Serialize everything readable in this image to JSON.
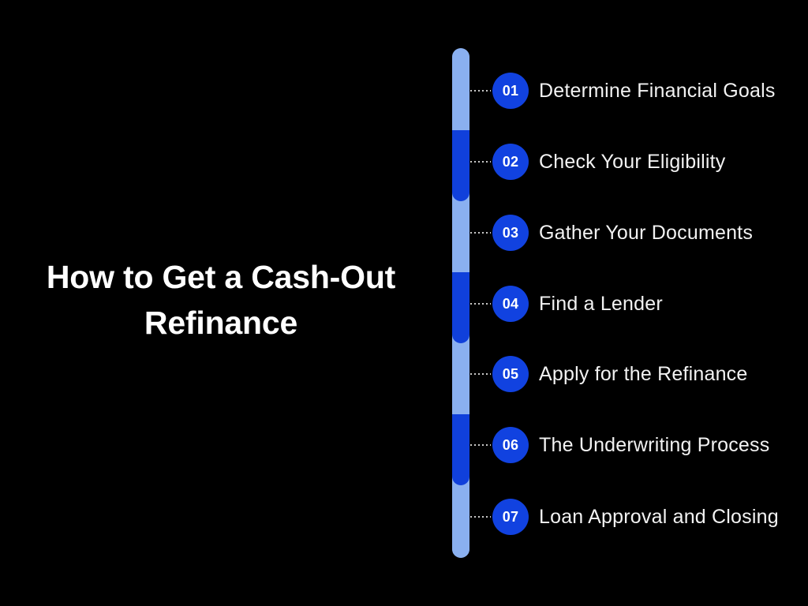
{
  "slide": {
    "background_color": "#000000",
    "title": "How to Get a Cash-Out\nRefinance"
  },
  "theme": {
    "accent_blue": "#1142E0",
    "bar_dark_blue": "#1040DB",
    "bar_light_blue": "#8AB0F0",
    "text_color": "#f2f2f2",
    "title_color": "#ffffff",
    "connector_color": "#c9c9c9"
  },
  "timeline": {
    "steps": [
      {
        "number": "01",
        "label": "Determine Financial Goals"
      },
      {
        "number": "02",
        "label": "Check Your Eligibility"
      },
      {
        "number": "03",
        "label": "Gather Your Documents"
      },
      {
        "number": "04",
        "label": "Find a Lender"
      },
      {
        "number": "05",
        "label": "Apply for the Refinance"
      },
      {
        "number": "06",
        "label": "The Underwriting Process"
      },
      {
        "number": "07",
        "label": "Loan Approval and Closing"
      }
    ]
  }
}
